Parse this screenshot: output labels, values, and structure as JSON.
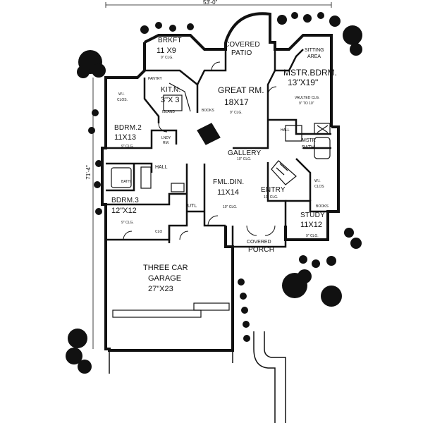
{
  "overall_width": "53'-0\"",
  "overall_depth": "71'-4\"",
  "rooms": {
    "brkfst": {
      "name": "BRKFT",
      "size": "11 X9",
      "ceiling": "9\" CLG."
    },
    "patio": {
      "name": "COVERED",
      "name2": "PATIO"
    },
    "sitting": {
      "name": "SITTING",
      "name2": "AREA"
    },
    "mstr_bdrm": {
      "name": "MSTR.BDRM.",
      "size": "13\"X19\"",
      "ceiling": "VAULTED CLG.",
      "ceiling2": "9\" TO 10\""
    },
    "pantry": {
      "name": "PANTRY"
    },
    "wi_clos_left": {
      "name": "W.I.",
      "name2": "CLOS."
    },
    "kitchen": {
      "name": "KIT.N.",
      "size": "3\"X 3",
      "island": "ISLAND"
    },
    "great_rm": {
      "name": "GREAT RM.",
      "size": "18X17",
      "ceiling": "9\" CLG."
    },
    "books_great": {
      "name": "BOOKS"
    },
    "bdrm2": {
      "name": "BDRM.2",
      "size": "11X13",
      "ceiling": "9\" CLG."
    },
    "lndry": {
      "name": "LNDY",
      "name2": "RM."
    },
    "hall_right": {
      "name": "HALL"
    },
    "mstr_bath": {
      "name": "MSTR",
      "name2": "BATH"
    },
    "gallery": {
      "name": "GALLERY",
      "ceiling": "10\" CLG."
    },
    "hall_left": {
      "name": "HALL"
    },
    "bath": {
      "name": "BATH"
    },
    "fml_din": {
      "name": "FML.DIN.",
      "size": "11X14",
      "ceiling": "10\" CLG."
    },
    "entry": {
      "name": "ENTRY",
      "ceiling": "10\" CLG."
    },
    "wi_clos_right": {
      "name": "W.I.",
      "name2": "CLOS"
    },
    "bdrm3": {
      "name": "BDRM.3",
      "size": "12\"X12",
      "ceiling": "9\" CLG."
    },
    "util": {
      "name": "UTL"
    },
    "clo": {
      "name": "CLO"
    },
    "study": {
      "name": "STUDY",
      "size": "11X12",
      "ceiling": "9\" CLG."
    },
    "books_study": {
      "name": "BOOKS"
    },
    "porch": {
      "name": "COVERED",
      "name2": "PORCH"
    },
    "garage": {
      "name": "THREE CAR",
      "name2": "GARAGE",
      "size": "27\"X23"
    }
  }
}
